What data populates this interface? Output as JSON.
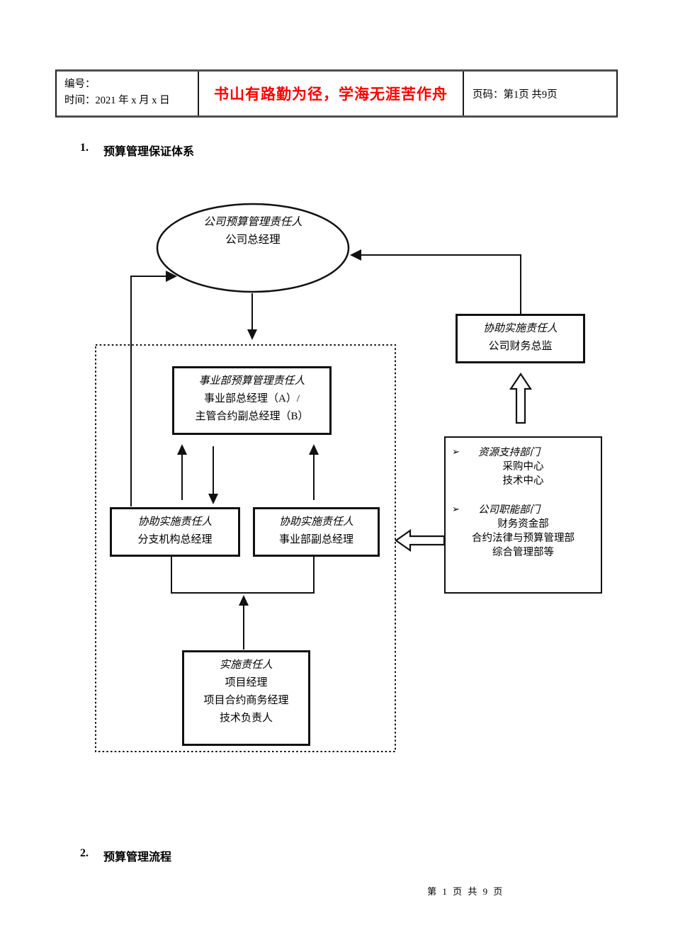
{
  "header": {
    "cell1_line1": "编号：",
    "cell1_line2": "时间：2021 年 x 月 x 日",
    "motto": "书山有路勤为径，学海无涯苦作舟",
    "motto_color": "#ff0000",
    "page_info": "页码：第1页 共9页"
  },
  "sections": {
    "s1_num": "1.",
    "s1_title": "预算管理保证体系",
    "s2_num": "2.",
    "s2_title": "预算管理流程"
  },
  "flowchart": {
    "ellipse": {
      "line1": "公司预算管理责任人",
      "line2": "公司总经理"
    },
    "finance_box": {
      "line1": "协助实施责任人",
      "line2": "公司财务总监"
    },
    "dept_box": {
      "lines": [
        "事业部预算管理责任人",
        "事业部总经理（A）/",
        "主管合约副总经理（B）"
      ]
    },
    "assist_left_box": {
      "line1": "协助实施责任人",
      "line2": "分支机构总经理"
    },
    "assist_right_box": {
      "line1": "协助实施责任人",
      "line2": "事业部副总经理"
    },
    "impl_box": {
      "lines": [
        "实施责任人",
        "项目经理",
        "项目合约商务经理",
        "技术负责人"
      ]
    },
    "resource_box": {
      "groups": [
        {
          "bullet": "➢",
          "title": "资源支持部门",
          "items": [
            "采购中心",
            "技术中心"
          ]
        },
        {
          "bullet": "➢",
          "title": "公司职能部门",
          "items": [
            "财务资金部",
            "合约法律与预算管理部",
            "综合管理部等"
          ]
        }
      ]
    },
    "line_color": "#111111"
  },
  "footer": {
    "page_text": "第 1 页 共 9 页"
  }
}
